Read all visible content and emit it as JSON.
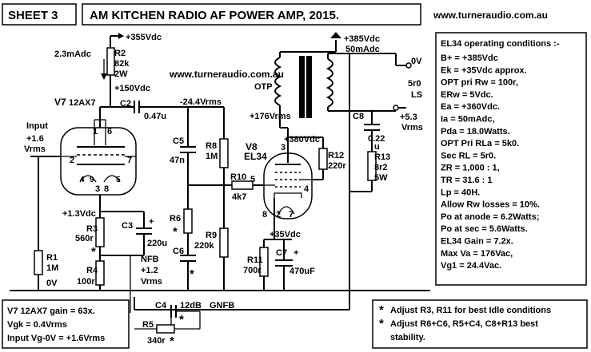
{
  "title": {
    "sheet": "SHEET 3",
    "main": "AM KITCHEN RADIO AF POWER AMP, 2015.",
    "url_top": "www.turneraudio.com.au",
    "url_mid": "www.turneraudio.com.au"
  },
  "supply": {
    "v355": "+355Vdc",
    "i23": "2.3mAdc",
    "v385": "+385Vdc",
    "i50": "50mAdc",
    "v150": "+150Vdc",
    "v176": "+176Vrms",
    "v380": "+380Vdc",
    "v35": "+35Vdc",
    "v13": "+1.3Vdc",
    "v0": "0V"
  },
  "input": {
    "l1": "Input",
    "l2": "+1.6",
    "l3": "Vrms"
  },
  "valve1": {
    "name": "V7",
    "type": "12AX7",
    "pins": {
      "p1": "1",
      "p6": "6",
      "p2": "2",
      "p7": "7",
      "p4": "4",
      "p9": "9",
      "p5": "5",
      "p3": "3",
      "p8": "8"
    }
  },
  "valve2": {
    "name": "V8",
    "type": "EL34",
    "pins": {
      "p3": "3",
      "p5": "5",
      "p4": "4",
      "p8": "8",
      "p2": "2",
      "p7": "7"
    }
  },
  "components": {
    "R2": {
      "name": "R2",
      "v1": "82k",
      "v2": "2W"
    },
    "C2": {
      "name": "C2",
      "v1": "0.47u"
    },
    "C2_sig": "-24.4Vrms",
    "C5": {
      "name": "C5",
      "v1": "47n"
    },
    "R8": {
      "name": "R8",
      "v1": "1M"
    },
    "R6": {
      "name": "R6"
    },
    "C6": {
      "name": "C6"
    },
    "R9": {
      "name": "R9",
      "v1": "220k"
    },
    "R10": {
      "name": "R10",
      "v1": "4k7"
    },
    "R12": {
      "name": "R12",
      "v1": "220r"
    },
    "R3": {
      "name": "R3",
      "v1": "560r"
    },
    "C3": {
      "name": "C3",
      "v1": "220u"
    },
    "R1": {
      "name": "R1",
      "v1": "1M"
    },
    "R4": {
      "name": "R4",
      "v1": "100r"
    },
    "NFB": {
      "l1": "NFB",
      "l2": "+1.2",
      "l3": "Vrms"
    },
    "R11": {
      "name": "R11",
      "v1": "700r"
    },
    "C7": {
      "name": "C7",
      "v1": "470uF"
    },
    "C8": {
      "name": "C8",
      "v1": "0.22",
      "v2": "u"
    },
    "R13": {
      "name": "R13",
      "v1": "8r2",
      "v2": "5W"
    },
    "C4": {
      "name": "C4",
      "v1": "12dB",
      "v2": "GNFB"
    },
    "R5": {
      "name": "R5",
      "v1": "340r"
    },
    "OTP": "OTP",
    "out_0v": "0V",
    "ls_5r": "5r0",
    "ls": "LS",
    "out_53": "+5.3",
    "out_vrms": "Vrms",
    "star": "*"
  },
  "conditions": {
    "heading": "EL34 operating conditions :-",
    "lines": [
      "B+ = +385Vdc",
      "Ek = +35Vdc approx.",
      "OPT pri Rw = 100r,",
      "ERw = 5Vdc.",
      "Ea = +360Vdc.",
      "Ia = 50mAdc,",
      "Pda = 18.0Watts.",
      "OPT Pri  RLa = 5k0.",
      "Sec RL = 5r0.",
      "ZR = 1,000 : 1,",
      "TR = 31.6 : 1",
      "Lp = 40H.",
      "Allow Rw losses = 10%.",
      "Po at anode = 6.2Watts;",
      "Po at sec = 5.6Watts.",
      "EL34  Gain = 7.2x.",
      "Max Va = 176Vac,",
      "Vg1 = 24.4Vac."
    ]
  },
  "v7box": {
    "lines": [
      "V7  12AX7  gain = 63x.",
      "Vgk = 0.4Vrms",
      "Input Vg-0V = +1.6Vrms"
    ]
  },
  "notes": {
    "n1": "Adjust R3, R11 for best Idle conditions",
    "n2": "Adjust R6+C6, R5+C4, C8+R13 best",
    "n3": "stability."
  }
}
